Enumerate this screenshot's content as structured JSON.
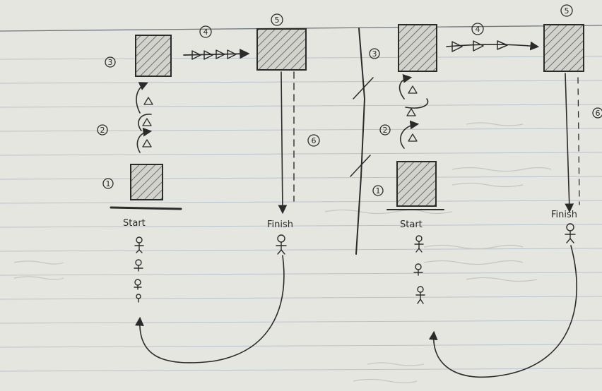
{
  "diagram": {
    "left": {
      "start_label": "Start",
      "finish_label": "Finish",
      "step_numbers": [
        "1",
        "2",
        "3",
        "4",
        "5",
        "6"
      ]
    },
    "right": {
      "start_label": "Start",
      "finish_label": "Finish",
      "step_numbers": [
        "1",
        "2",
        "3",
        "4",
        "5",
        "6"
      ]
    }
  },
  "colors": {
    "paper": "#e6e6e1",
    "rule_line": "#b9c3cc",
    "ink": "#2b2b2b",
    "hatch_fill": "#6f6f6f"
  },
  "icons": [
    "stick-figure-icon",
    "triangle-marker-icon",
    "curved-arrow-icon",
    "hatched-box-icon"
  ]
}
